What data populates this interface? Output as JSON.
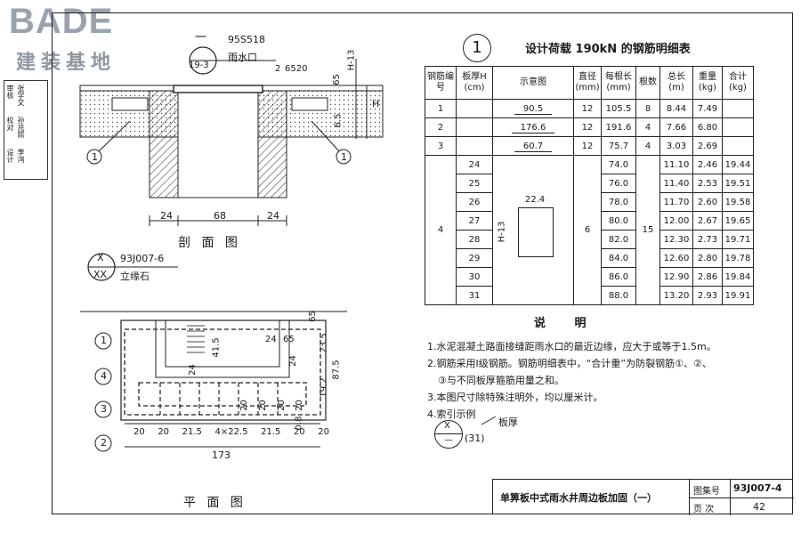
{
  "logo": {
    "brand": "BADE",
    "brand_cn": "建装基地"
  },
  "side_labels": [
    "审核",
    "校对",
    "设计",
    "张学文",
    "孙兆熙",
    "李鸿"
  ],
  "section": {
    "title": "剖 面 图",
    "ref_top": "95S518",
    "ref_text": "雨水口",
    "callout_num": "一",
    "callout_page": "19-3",
    "dims": [
      "24",
      "68",
      "24"
    ],
    "side_dims": [
      "2",
      "6520",
      "H-13",
      "65",
      "H",
      "6.5"
    ],
    "marker": "1"
  },
  "plan": {
    "title": "平 面 图",
    "ref_top": "93J007-6",
    "ref_text": "立缘石",
    "callout_top": "X",
    "callout_bottom": "XX",
    "markers": [
      "1",
      "4",
      "3",
      "2"
    ],
    "bottom_dims": [
      "20",
      "20",
      "21.5",
      "4×22.5",
      "21.5",
      "20",
      "20"
    ],
    "total_dim": "173",
    "right_dims": [
      "65",
      "23.5",
      "87.5",
      "19.2",
      "20",
      "24"
    ],
    "inner_dims": [
      "41.5",
      "24",
      "65",
      "20",
      "20",
      "20",
      "0.8",
      "24"
    ]
  },
  "table": {
    "number": "1",
    "title": "设计荷载 190kN 的钢筋明细表",
    "headers": [
      "钢筋编号",
      "板厚H (cm)",
      "示意图",
      "直径 (mm)",
      "每根长 (mm)",
      "根数",
      "总长 (m)",
      "重量 (kg)",
      "合计 (kg)"
    ],
    "rows_simple": [
      {
        "no": "1",
        "shape": "90.5",
        "dia": "12",
        "len": "105.5",
        "count": "8",
        "total": "8.44",
        "weight": "7.49"
      },
      {
        "no": "2",
        "shape": "176.6",
        "dia": "12",
        "len": "191.6",
        "count": "4",
        "total": "7.66",
        "weight": "6.80"
      },
      {
        "no": "3",
        "shape": "60.7",
        "dia": "12",
        "len": "75.7",
        "count": "4",
        "total": "3.03",
        "weight": "2.69"
      }
    ],
    "group4": {
      "no": "4",
      "dia": "6",
      "count": "15",
      "shape_w": "22.4",
      "shape_h": "H-13",
      "rows": [
        {
          "h": "24",
          "len": "74.0",
          "total": "11.10",
          "weight": "2.46",
          "sum": "19.44"
        },
        {
          "h": "25",
          "len": "76.0",
          "total": "11.40",
          "weight": "2.53",
          "sum": "19.51"
        },
        {
          "h": "26",
          "len": "78.0",
          "total": "11.70",
          "weight": "2.60",
          "sum": "19.58"
        },
        {
          "h": "27",
          "len": "80.0",
          "total": "12.00",
          "weight": "2.67",
          "sum": "19.65"
        },
        {
          "h": "28",
          "len": "82.0",
          "total": "12.30",
          "weight": "2.73",
          "sum": "19.71"
        },
        {
          "h": "29",
          "len": "84.0",
          "total": "12.60",
          "weight": "2.80",
          "sum": "19.78"
        },
        {
          "h": "30",
          "len": "86.0",
          "total": "12.90",
          "weight": "2.86",
          "sum": "19.84"
        },
        {
          "h": "31",
          "len": "88.0",
          "total": "13.20",
          "weight": "2.93",
          "sum": "19.91"
        }
      ]
    }
  },
  "notes": {
    "heading": "说 明",
    "items": [
      "1.水泥混凝土路面接缝距雨水口的最近边缘，应大于或等于1.5m。",
      "2.钢筋采用Ⅰ级钢筋。钢筋明细表中，“合计重”为防裂钢筋①、②、",
      "③与不同板厚箍筋用量之和。",
      "3.本图尺寸除特殊注明外，均以厘米计。",
      "4.索引示例"
    ],
    "example_top": "X",
    "example_bottom": "—",
    "example_paren": "(31)",
    "example_label": "板厚"
  },
  "titleblock": {
    "title": "单箅板中式雨水井周边板加固（一）",
    "atlas_label": "图集号",
    "atlas_value": "93J007-4",
    "page_label": "页 次",
    "page_value": "42"
  }
}
